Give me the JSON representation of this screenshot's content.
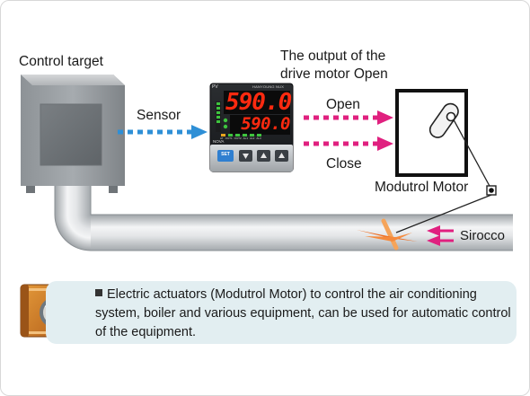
{
  "labels": {
    "control_target": "Control target",
    "sensor": "Sensor",
    "output_title": "The output of the\ndrive motor Open",
    "open": "Open",
    "close": "Close",
    "modutrol_motor": "Modutrol Motor",
    "sirocco": "Sirocco"
  },
  "controller": {
    "pv_display": "590.0",
    "sv_display": "590.0",
    "pv_tag": "PV",
    "brand": "HANYOUNG NUX",
    "model": "NOVA",
    "set_button": "SET",
    "leds": [
      "AT",
      "OUT1",
      "OUT2",
      "AL1",
      "AL2",
      "AL3"
    ]
  },
  "note": {
    "text": "Electric actuators (Modutrol Motor) to control the air conditioning system, boiler and various equipment, can be used for automatic control of the equipment."
  },
  "colors": {
    "sensor_arrow": "#2e8fd6",
    "output_arrow": "#e0207f",
    "display_red": "#ff2a10",
    "note_bg": "#e2eef1"
  }
}
